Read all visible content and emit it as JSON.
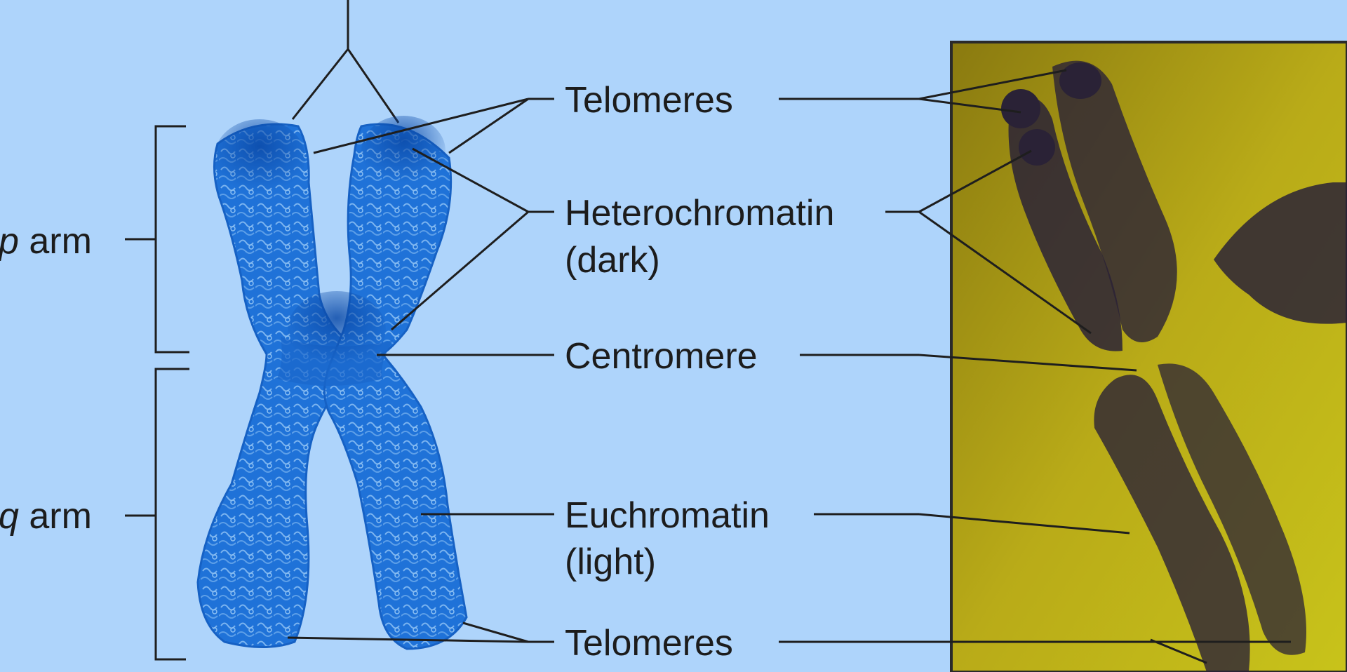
{
  "labels": {
    "p_arm": {
      "letter": "p",
      "suffix": " arm"
    },
    "q_arm": {
      "letter": "q",
      "suffix": " arm"
    },
    "telomeres_top": "Telomeres",
    "heterochromatin_line1": "Heterochromatin",
    "heterochromatin_line2": "(dark)",
    "centromere": "Centromere",
    "euchromatin_line1": "Euchromatin",
    "euchromatin_line2": "(light)",
    "telomeres_bottom": "Telomeres"
  },
  "colors": {
    "background": "#aed4fb",
    "chromosome_fill": "#1f72d8",
    "chromosome_dark": "#0f55b8",
    "chromosome_texture": "#7bb4f0",
    "micrograph_bg": "#b3a21a",
    "micrograph_chromatin": "#2a2236",
    "leader_lines": "#1e1e1e"
  }
}
